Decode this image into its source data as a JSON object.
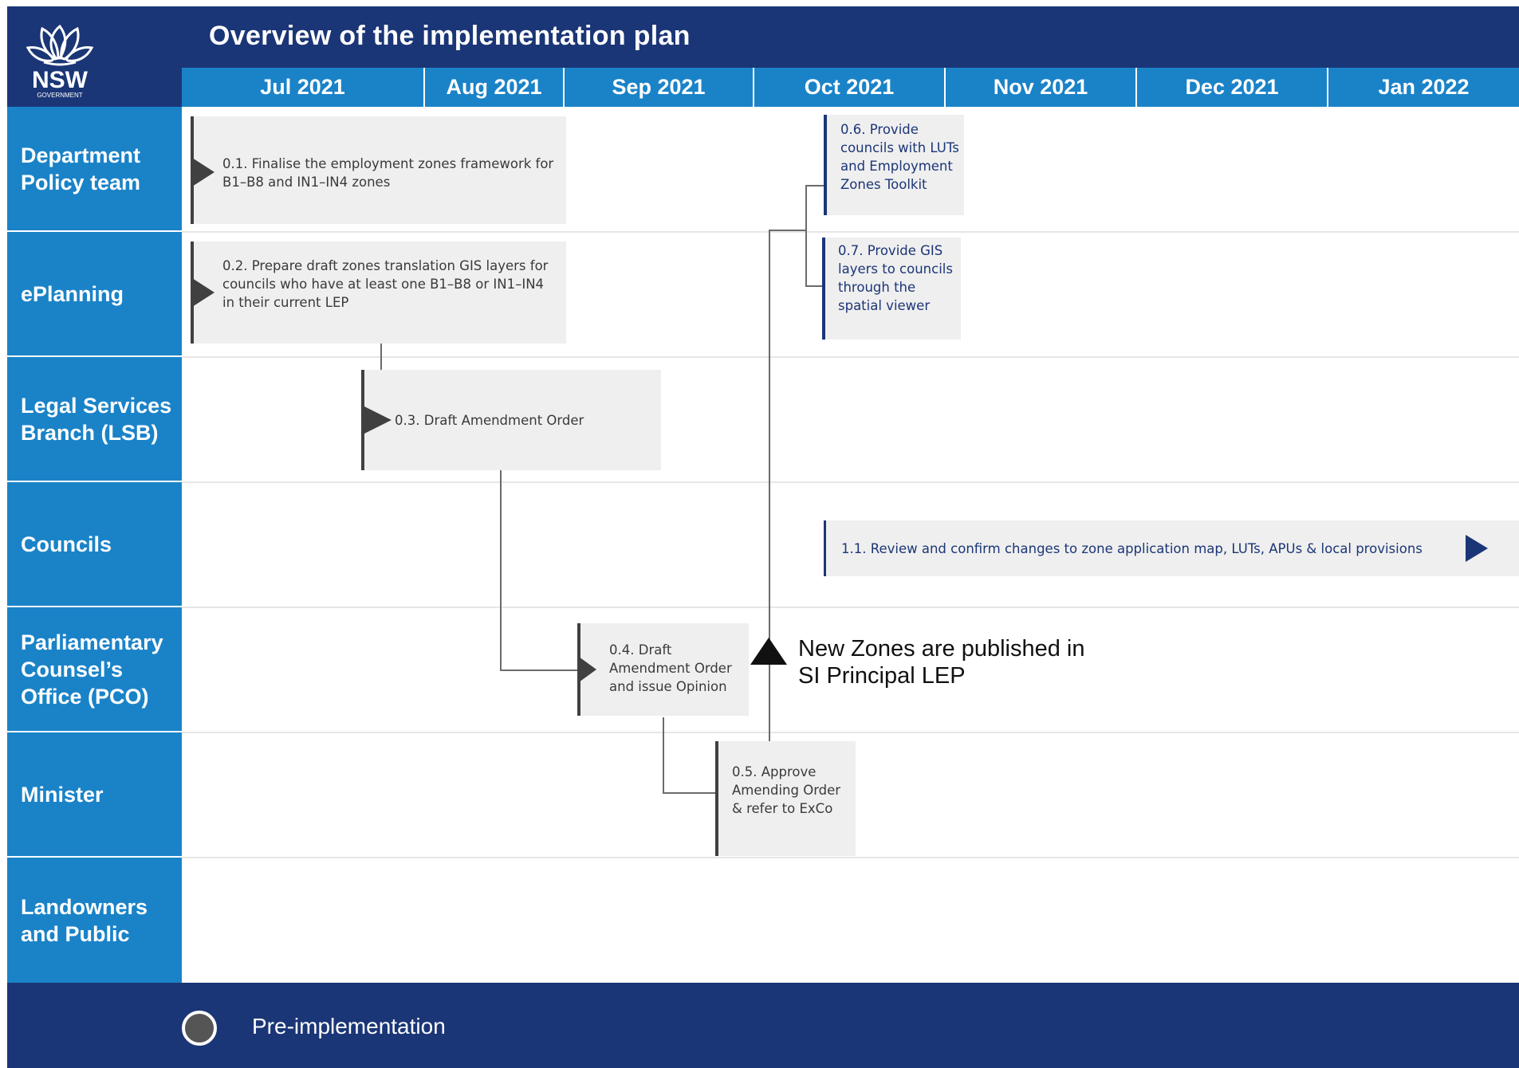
{
  "header": {
    "title": "Overview of the implementation plan",
    "logo_text": "NSW",
    "logo_subtext": "GOVERNMENT"
  },
  "months": [
    "Jul 2021",
    "Aug 2021",
    "Sep 2021",
    "Oct 2021",
    "Nov 2021",
    "Dec 2021",
    "Jan 2022"
  ],
  "lanes": [
    "Department Policy team",
    "ePlanning",
    "Legal Services Branch (LSB)",
    "Councils",
    "Parliamentary Counsel’s Office (PCO)",
    "Minister",
    "Landowners and Public"
  ],
  "tasks": {
    "t01": {
      "id": "0.1.",
      "text": "Finalise the employment zones framework for B1–B8 and IN1–IN4 zones"
    },
    "t02": {
      "id": "0.2.",
      "text": "Prepare draft zones translation GIS layers for councils who have at least one B1–B8 or IN1–IN4 in their current LEP"
    },
    "t03": {
      "id": "0.3.",
      "text": "Draft Amendment Order"
    },
    "t04": {
      "id": "0.4.",
      "text": "Draft Amendment Order and issue Opinion"
    },
    "t05": {
      "id": "0.5.",
      "text": "Approve Amending Order & refer to ExCo"
    },
    "t06": {
      "id": "0.6.",
      "text": "Provide councils with LUTs and Employment Zones Toolkit"
    },
    "t07": {
      "id": "0.7.",
      "text": "Provide GIS layers to councils through the spatial viewer"
    },
    "t11": {
      "id": "1.1.",
      "text": "Review and confirm changes to zone application map, LUTs, APUs & local provisions"
    }
  },
  "milestone": {
    "text": "New Zones are published in SI Principal LEP"
  },
  "legend": {
    "label": "Pre-implementation",
    "color": "#555555"
  },
  "colors": {
    "navy": "#1b3677",
    "lane_blue": "#1a83c8",
    "task_bg": "#efefef"
  }
}
